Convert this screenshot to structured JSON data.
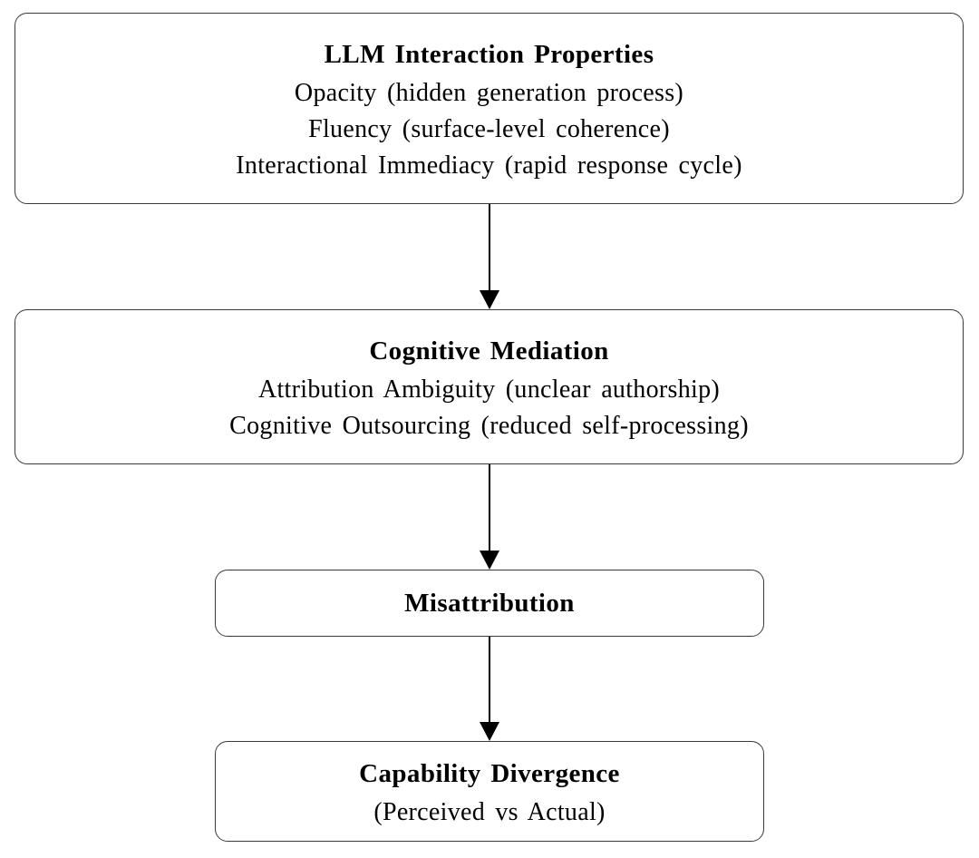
{
  "diagram": {
    "type": "flowchart",
    "direction": "top-to-bottom",
    "colors": {
      "background": "#ffffff",
      "box_fill": "#ffffff",
      "box_border": "#3a3a3a",
      "text": "#000000",
      "arrow": "#000000"
    },
    "boxes": [
      {
        "id": "llm-interaction-properties",
        "title": "LLM Interaction Properties",
        "items": [
          "Opacity (hidden generation process)",
          "Fluency (surface-level coherence)",
          "Interactional Immediacy (rapid response cycle)"
        ]
      },
      {
        "id": "cognitive-mediation",
        "title": "Cognitive Mediation",
        "items": [
          "Attribution Ambiguity (unclear authorship)",
          "Cognitive Outsourcing (reduced self-processing)"
        ]
      },
      {
        "id": "misattribution",
        "title": "Misattribution",
        "items": []
      },
      {
        "id": "capability-divergence",
        "title": "Capability Divergence",
        "items": [
          "(Perceived vs Actual)"
        ]
      }
    ],
    "edges": [
      {
        "from": "llm-interaction-properties",
        "to": "cognitive-mediation"
      },
      {
        "from": "cognitive-mediation",
        "to": "misattribution"
      },
      {
        "from": "misattribution",
        "to": "capability-divergence"
      }
    ]
  }
}
